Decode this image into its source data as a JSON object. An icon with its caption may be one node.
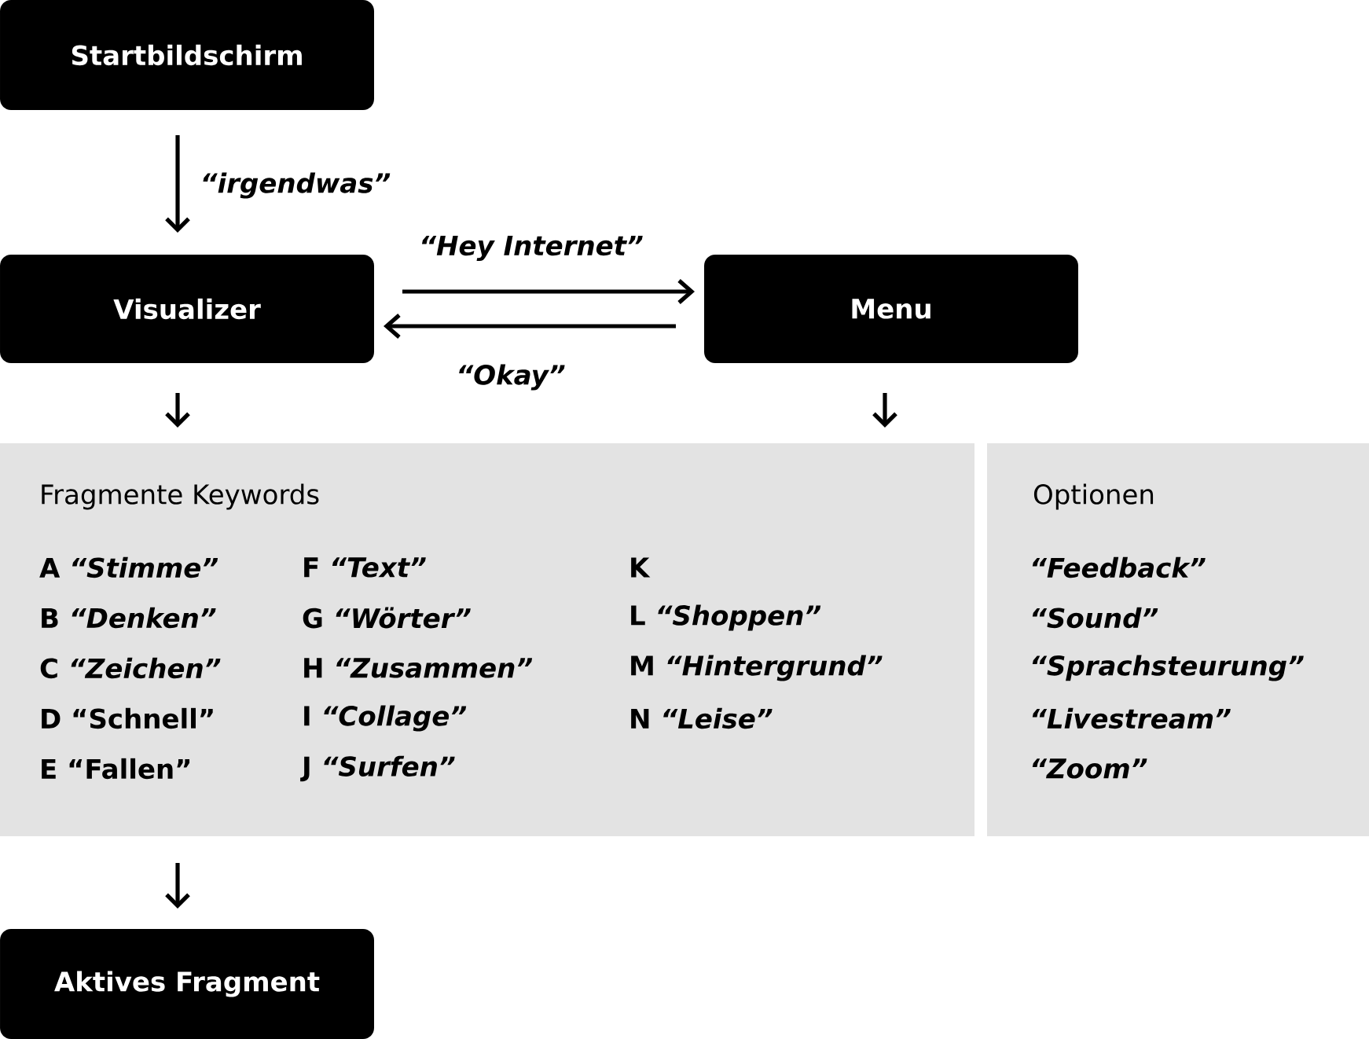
{
  "diagram": {
    "nodes": [
      {
        "text": [
          "Startbildschirm"
        ]
      },
      {
        "text": [
          "Visualizer"
        ]
      },
      {
        "text": [
          "Menu"
        ]
      },
      {
        "text": [
          "Fragmente Keywords",
          "A *“Stimme”*",
          "B *“Denken”*",
          "C *“Zeichen”*",
          "D “Schnell”",
          "E “Fallen”",
          "F *“Text”*",
          "G *“Wörter”*",
          "H *“Zusammen”*",
          "I *“Collage”*",
          "J *“Surfen”*",
          "K",
          "L *“Shoppen”*",
          "M *“Hintergrund”*",
          "N *“Leise”*"
        ]
      },
      {
        "text": [
          "Optionen",
          "“Feedback”",
          "“Sound”",
          "“Sprachsteurung”",
          "“Livestream”",
          "“Zoom”"
        ]
      },
      {
        "text": [
          "Aktives Fragment"
        ]
      }
    ],
    "edges": [
      {
        "from": 0,
        "to": 1,
        "arrow": "to",
        "label": "“irgendwas”"
      },
      {
        "from": 1,
        "to": 2,
        "arrow": "to",
        "label": "“Hey Internet”"
      },
      {
        "from": 2,
        "to": 1,
        "arrow": "to",
        "label": "“Okay”"
      },
      {
        "from": 1,
        "to": 3,
        "arrow": "to"
      },
      {
        "from": 2,
        "to": 3,
        "arrow": "to"
      },
      {
        "from": 3,
        "to": 5,
        "arrow": "to"
      }
    ]
  }
}
